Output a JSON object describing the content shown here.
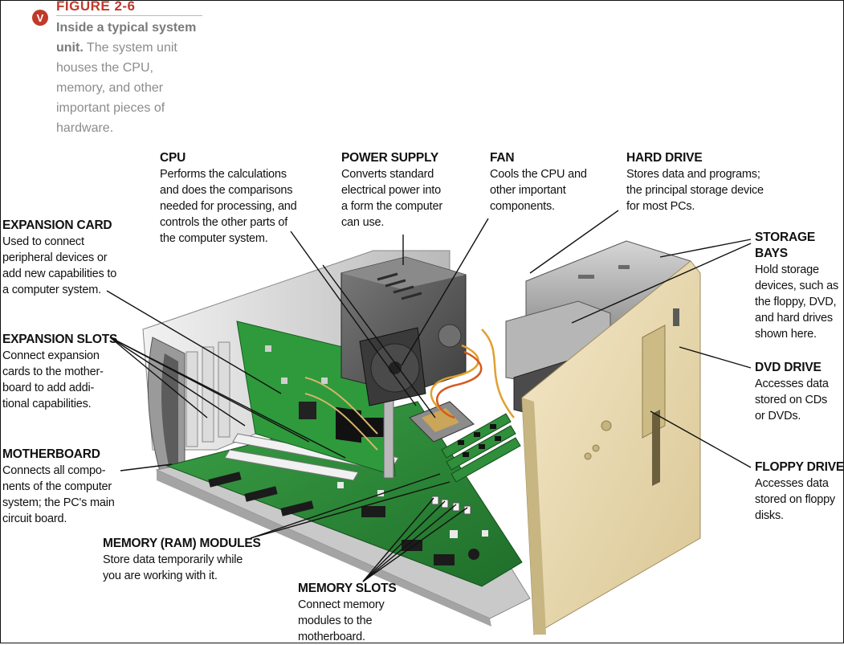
{
  "caption": {
    "badge": "V",
    "figure": "FIGURE 2-6",
    "title": "Inside a typical system unit.",
    "body": "The system unit houses the CPU, memory, and other important pieces of hardware."
  },
  "labels": {
    "cpu": {
      "title": "CPU",
      "desc": "Performs the calculations\nand does the comparisons\nneeded for processing, and\ncontrols the other parts of\nthe computer system."
    },
    "power_supply": {
      "title": "POWER SUPPLY",
      "desc": "Converts standard\nelectrical power into\na form the computer\ncan use."
    },
    "fan": {
      "title": "FAN",
      "desc": "Cools the CPU and\nother important\ncomponents."
    },
    "hard_drive": {
      "title": "HARD DRIVE",
      "desc": "Stores data and programs;\nthe principal storage device\nfor most PCs."
    },
    "expansion_card": {
      "title": "EXPANSION CARD",
      "desc": "Used to connect\nperipheral devices or\nadd new capabilities to\na computer system."
    },
    "storage_bays": {
      "title": "STORAGE BAYS",
      "desc": "Hold storage\ndevices, such as\nthe floppy, DVD,\nand hard drives\nshown here."
    },
    "expansion_slots": {
      "title": "EXPANSION SLOTS",
      "desc": "Connect expansion\ncards to the mother-\nboard to add addi-\ntional capabilities."
    },
    "dvd_drive": {
      "title": "DVD DRIVE",
      "desc": "Accesses data\nstored on CDs\nor DVDs."
    },
    "motherboard": {
      "title": "MOTHERBOARD",
      "desc": "Connects all compo-\nnents of the computer\nsystem; the PC's main\ncircuit board."
    },
    "floppy_drive": {
      "title": "FLOPPY DRIVE",
      "desc": "Accesses data\nstored on floppy\ndisks."
    },
    "memory_modules": {
      "title": "MEMORY (RAM) MODULES",
      "desc": "Store data temporarily while\nyou are working with it."
    },
    "memory_slots": {
      "title": "MEMORY SLOTS",
      "desc": "Connect memory\nmodules to the\nmotherboard."
    }
  },
  "colors": {
    "case_beige": "#ecdcb2",
    "case_panel": "#d8d8d8",
    "board_green": "#2f8f3a",
    "psu_gray": "#5e5e5e",
    "figure_red": "#c0392b",
    "caption_gray": "#8c8c8c"
  }
}
